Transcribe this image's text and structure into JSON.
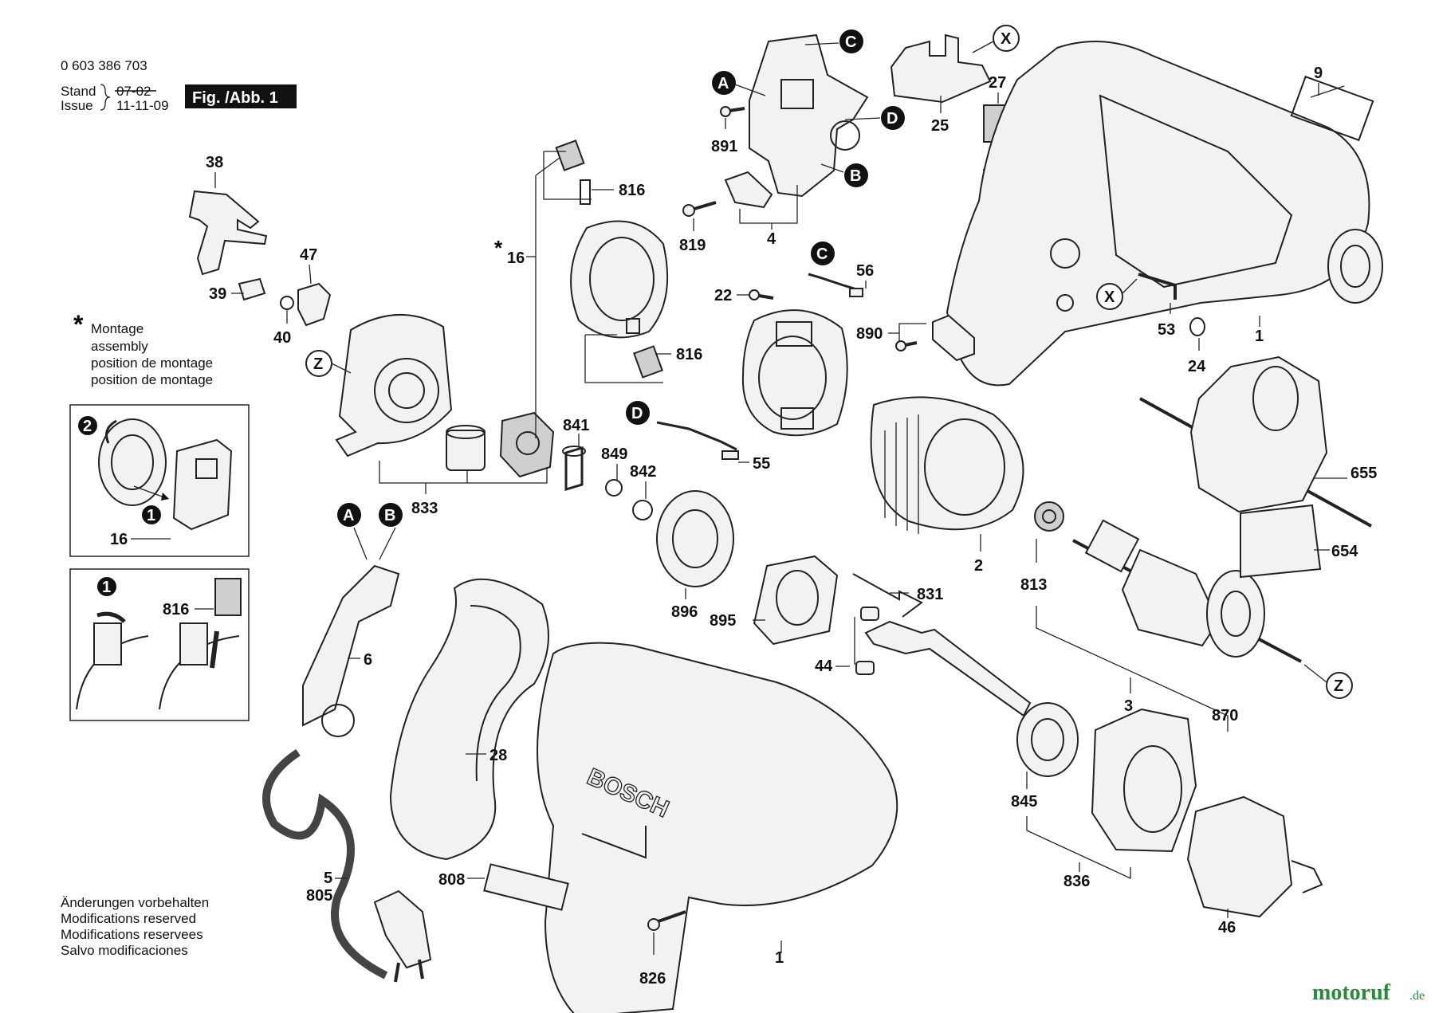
{
  "header": {
    "part_number": "0 603 386 703",
    "stand_label": "Stand",
    "issue_label": "Issue",
    "date_old": "07-02",
    "date_new": "11-11-09",
    "figure_label": "Fig. /Abb. 1"
  },
  "legend": {
    "asterisk": "*",
    "lines": [
      "Montage",
      "assembly",
      "position de montage",
      "position de montage"
    ]
  },
  "footer": {
    "lines": [
      "Änderungen vorbehalten",
      "Modifications reserved",
      "Modifications reservees",
      "Salvo modificaciones"
    ]
  },
  "watermark": {
    "text": "motoruf",
    "suffix": ".de"
  },
  "callouts": {
    "A": "A",
    "B": "B",
    "C": "C",
    "D": "D",
    "X": "X",
    "Z": "Z"
  },
  "inset_steps": {
    "one": "1",
    "two": "2"
  },
  "part_labels": {
    "p1": "1",
    "p2": "2",
    "p3": "3",
    "p4": "4",
    "p5": "5",
    "p6": "6",
    "p9": "9",
    "p16": "16",
    "p16b": "16",
    "p22": "22",
    "p24a": "24",
    "p24b": "24",
    "p25": "25",
    "p27": "27",
    "p28": "28",
    "p38": "38",
    "p39": "39",
    "p40": "40",
    "p44": "44",
    "p46": "46",
    "p47": "47",
    "p53": "53",
    "p55": "55",
    "p56": "56",
    "p654": "654",
    "p655": "655",
    "p805": "805",
    "p808": "808",
    "p813": "813",
    "p816a": "816",
    "p816b": "816",
    "p816c": "816",
    "p819": "819",
    "p826": "826",
    "p831": "831",
    "p833": "833",
    "p836": "836",
    "p841": "841",
    "p842": "842",
    "p845": "845",
    "p849": "849",
    "p870": "870",
    "p890": "890",
    "p891": "891",
    "p895": "895",
    "p896": "896",
    "p1b": "1"
  },
  "brand_on_housing": "BOSCH"
}
